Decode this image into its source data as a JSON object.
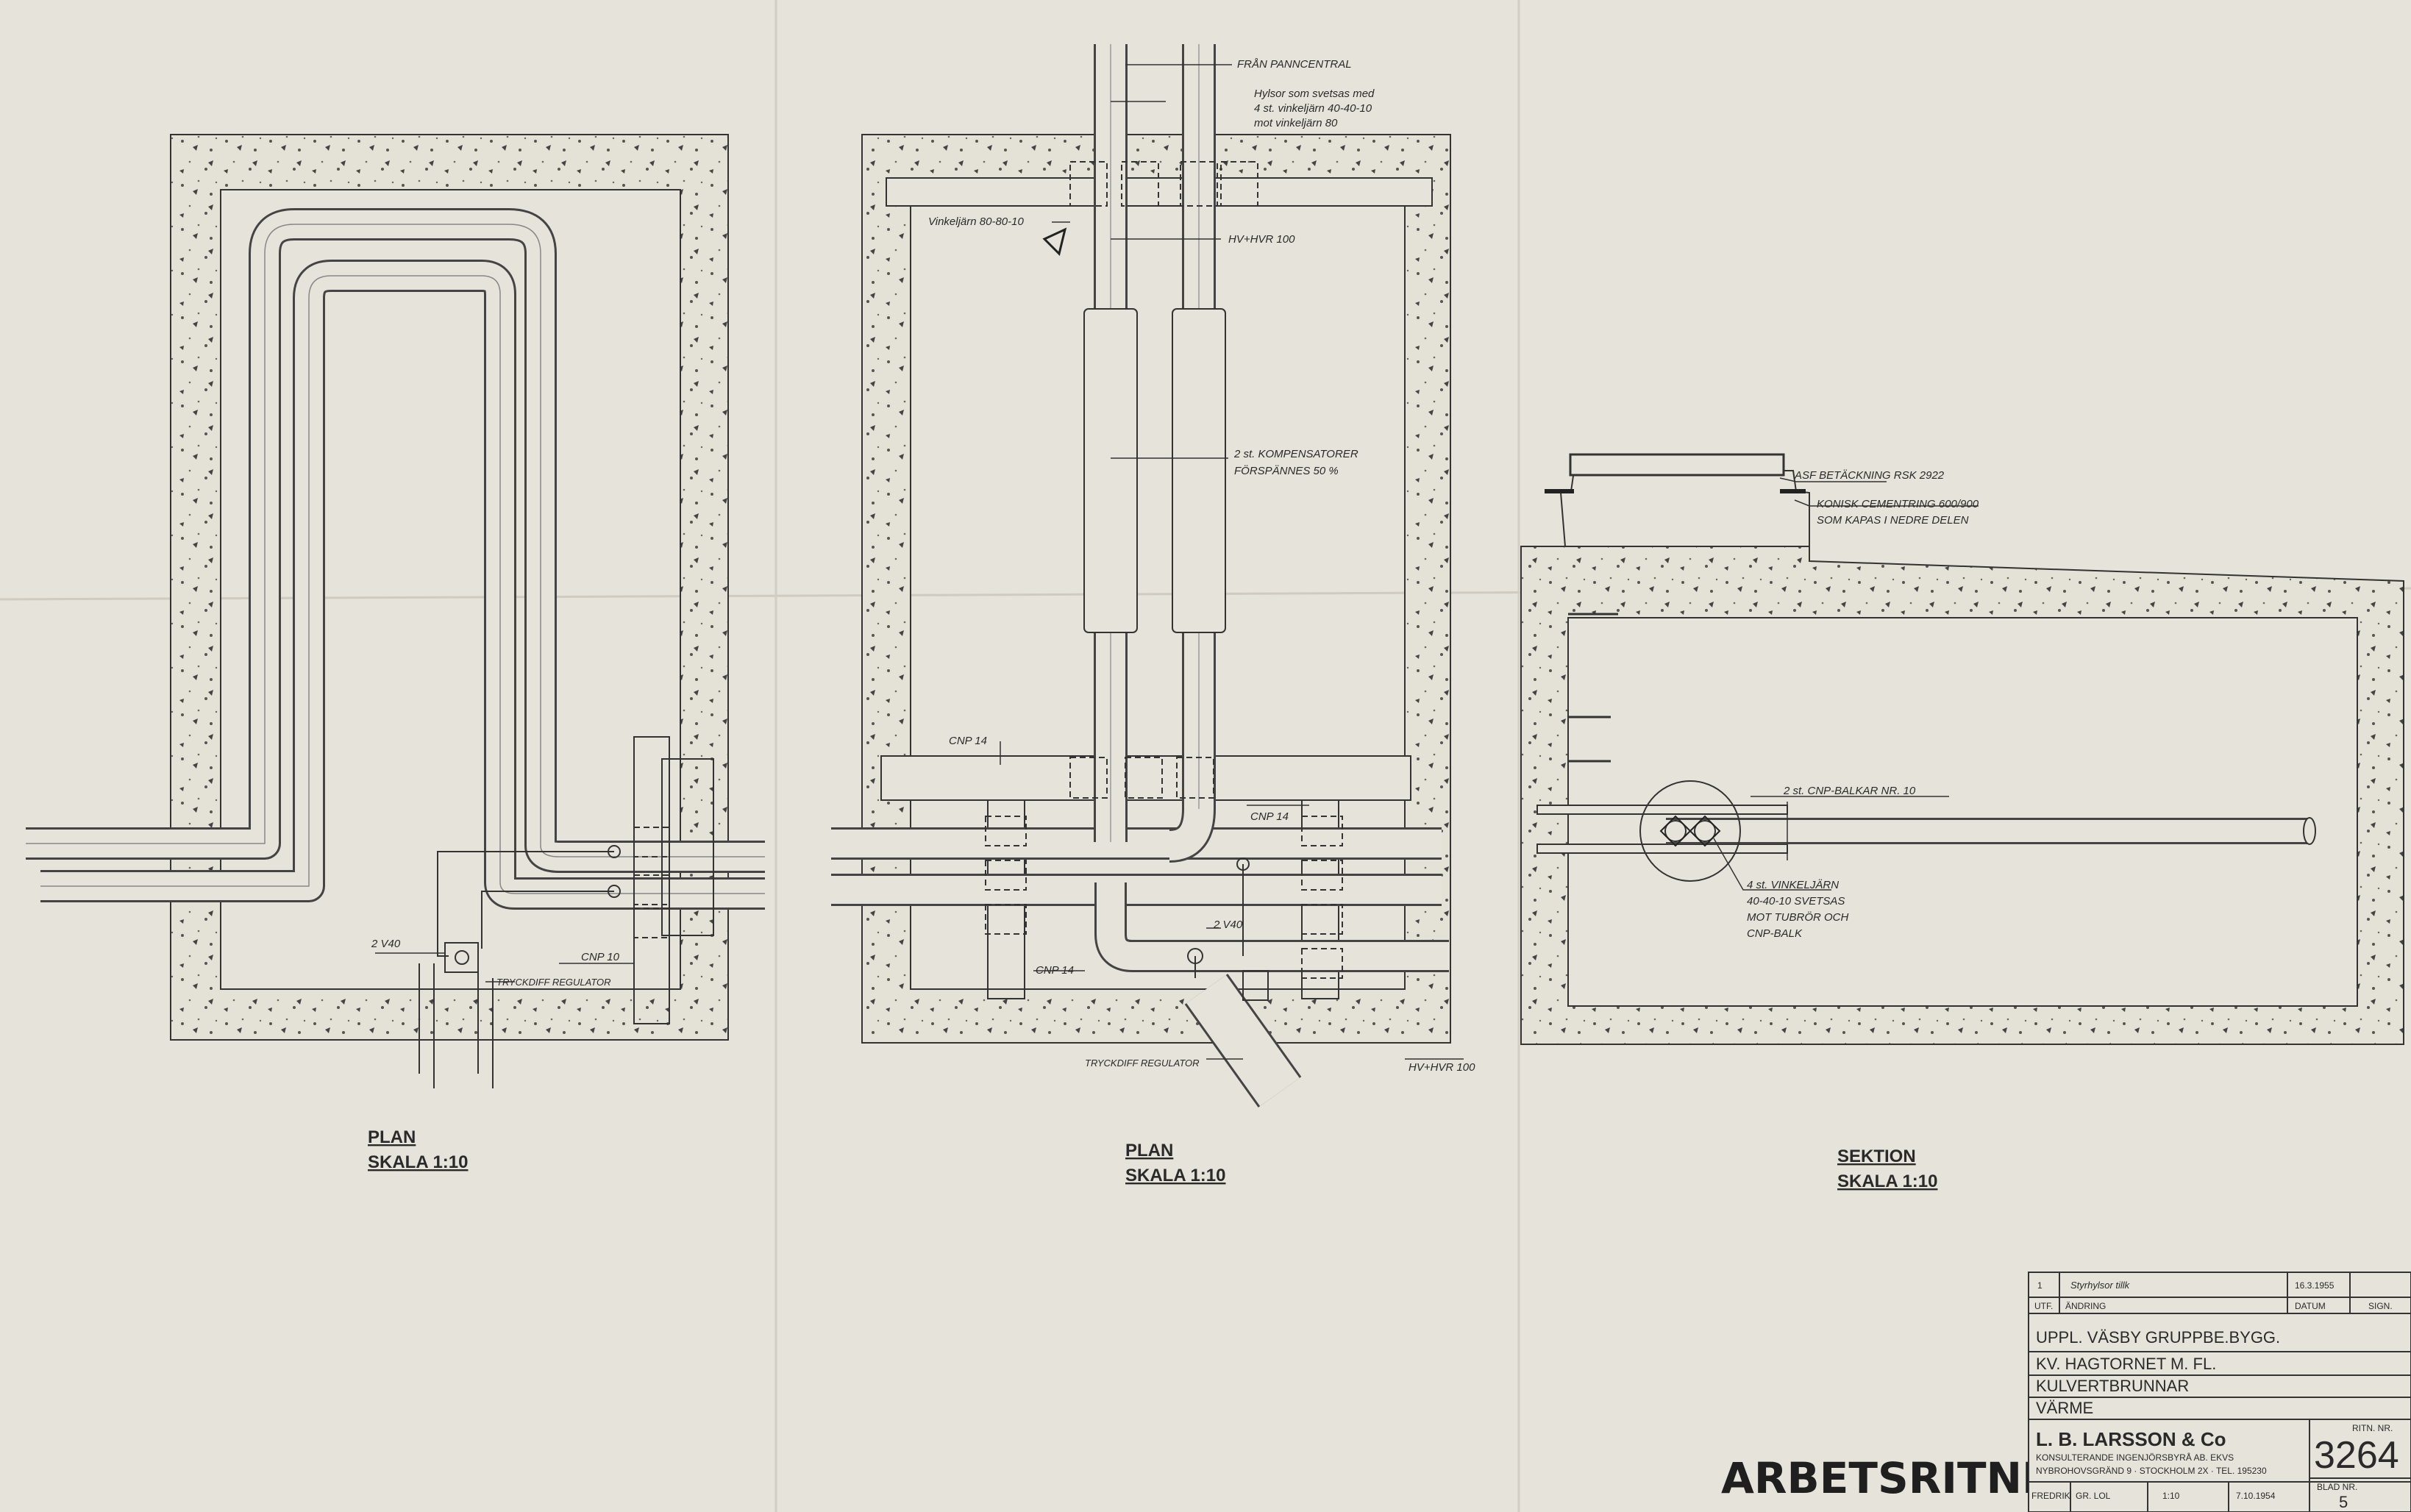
{
  "drawing": {
    "left_plan": {
      "title": "PLAN",
      "scale": "SKALA 1:10",
      "labels": {
        "valve": "2 V40",
        "regulator": "TRYCKDIFF REGULATOR",
        "beam": "CNP 10"
      }
    },
    "middle_plan": {
      "title": "PLAN",
      "scale": "SKALA 1:10",
      "labels": {
        "from_boiler": "FRÅN PANNCENTRAL",
        "sleeves_1": "Hylsor som svetsas med",
        "sleeves_2": "4 st. vinkeljärn 40-40-10",
        "sleeves_3": "mot vinkeljärn 80",
        "angle_iron": "Vinkeljärn 80-80-10",
        "pipe_spec_top": "HV+HVR 100",
        "compensators_1": "2 st. KOMPENSATORER",
        "compensators_2": "FÖRSPÄNNES 50 %",
        "beam_left": "CNP 14",
        "beam_right": "CNP 14",
        "beam_bottom": "CNP 14",
        "valve": "2 V40",
        "regulator": "TRYCKDIFF REGULATOR",
        "pipe_spec_bottom": "HV+HVR 100"
      }
    },
    "section": {
      "title": "SEKTION",
      "scale": "SKALA 1:10",
      "labels": {
        "cover": "ASF BETÄCKNING RSK 2922",
        "ring_1": "KONISK CEMENTRING 600/900",
        "ring_2": "SOM KAPAS I NEDRE DELEN",
        "beams": "2 st. CNP-BALKAR NR. 10",
        "angle_1": "4 st. VINKELJÄRN",
        "angle_2": "40-40-10 SVETSAS",
        "angle_3": "MOT TUBRÖR OCH",
        "angle_4": "CNP-BALK"
      }
    }
  },
  "title_block": {
    "revision": {
      "number": "1",
      "text": "Styrhylsor tillk",
      "date": "16.3.1955",
      "col_utf": "UTF.",
      "col_change": "ÄNDRING",
      "col_date": "DATUM",
      "col_sign": "SIGN."
    },
    "project": "UPPL. VÄSBY GRUPPBE.BYGG.",
    "block": "KV. HAGTORNET  M. FL.",
    "subject": "KULVERTBRUNNAR",
    "system": "VÄRME",
    "company": "L. B. LARSSON & Co",
    "company_line_1": "KONSULTERANDE INGENJÖRSBYRÅ AB. EKVS",
    "company_line_2": "NYBROHOVSGRÄND 9 · STOCKHOLM 2X · TEL. 195230",
    "drawing_no_label": "RITN. NR.",
    "drawing_no": "3264",
    "sheet_no_label": "BLAD NR.",
    "sheet_no": "5",
    "drawn_by": "FREDRIK",
    "checked_by": "GR. LOL",
    "scale": "1:10",
    "date": "7.10.1954"
  },
  "stamp": "ARBETSRITNING"
}
